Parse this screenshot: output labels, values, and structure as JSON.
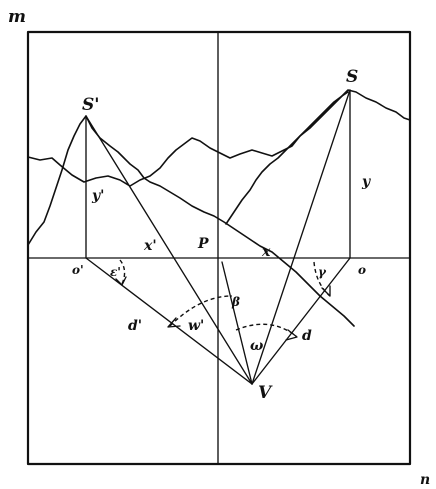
{
  "labels": {
    "corner_top": "m",
    "corner_bottom": "n",
    "station_left": "S'",
    "station_right": "S",
    "height_left": "y'",
    "height_right": "y",
    "center_point": "P",
    "dist_left": "x'",
    "dist_right": "x",
    "foot_left": "o'",
    "foot_right": "o",
    "angle_left": "ε'",
    "angle_right": "γ",
    "ground_left": "d'",
    "ground_right": "d",
    "omega_left": "w'",
    "omega_right": "ω",
    "beta": "β",
    "vertex": "V"
  }
}
